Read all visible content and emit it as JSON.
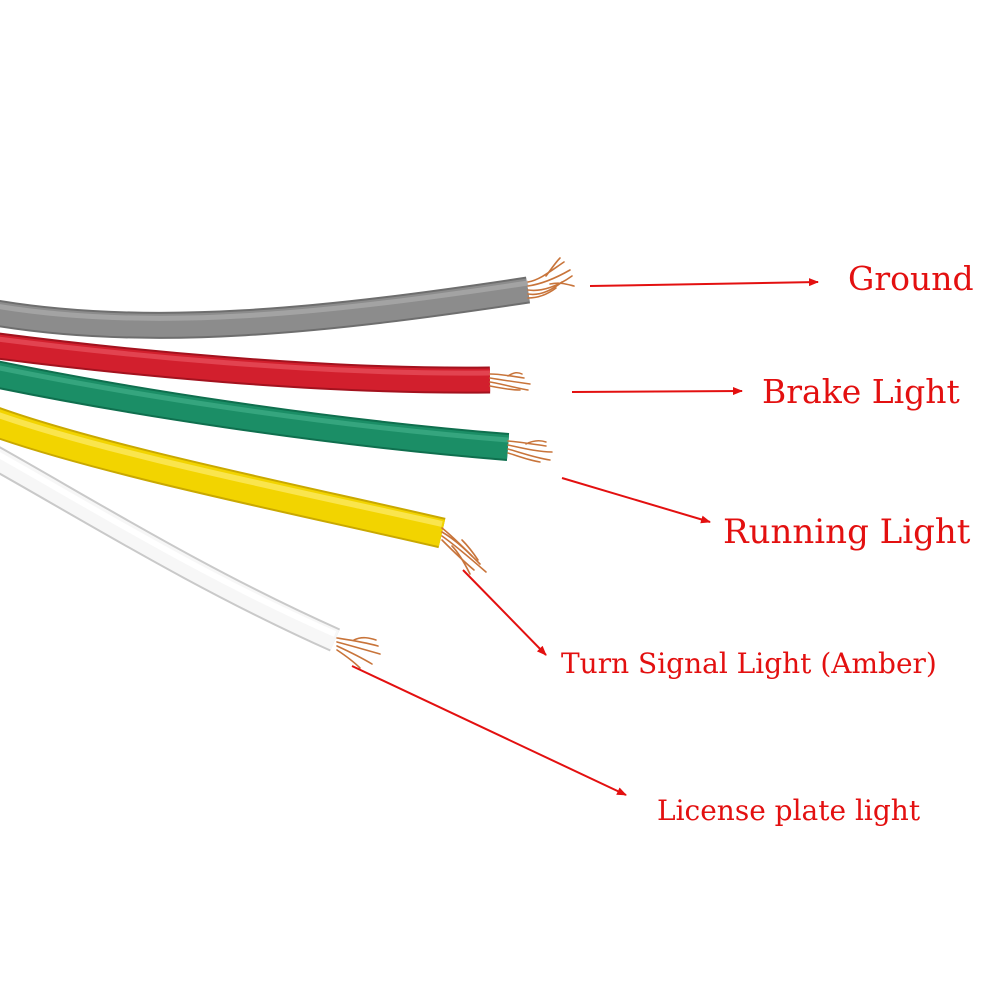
{
  "colors": {
    "label": "#e31010",
    "arrow": "#e31010",
    "copper": "#c8743a",
    "background": "#ffffff"
  },
  "wires": [
    {
      "name": "Ground",
      "insulation_color": "#8a8a8a"
    },
    {
      "name": "Brake Light",
      "insulation_color": "#d01f2b"
    },
    {
      "name": "Running Light",
      "insulation_color": "#1a8a62"
    },
    {
      "name": "Turn Signal Light (Amber)",
      "insulation_color": "#f0d000"
    },
    {
      "name": "License plate light",
      "insulation_color": "#f4f4f4"
    }
  ],
  "labels": {
    "ground": "Ground",
    "brake": "Brake Light",
    "running": "Running Light",
    "turn": "Turn Signal Light (Amber)",
    "license": "License plate light"
  }
}
